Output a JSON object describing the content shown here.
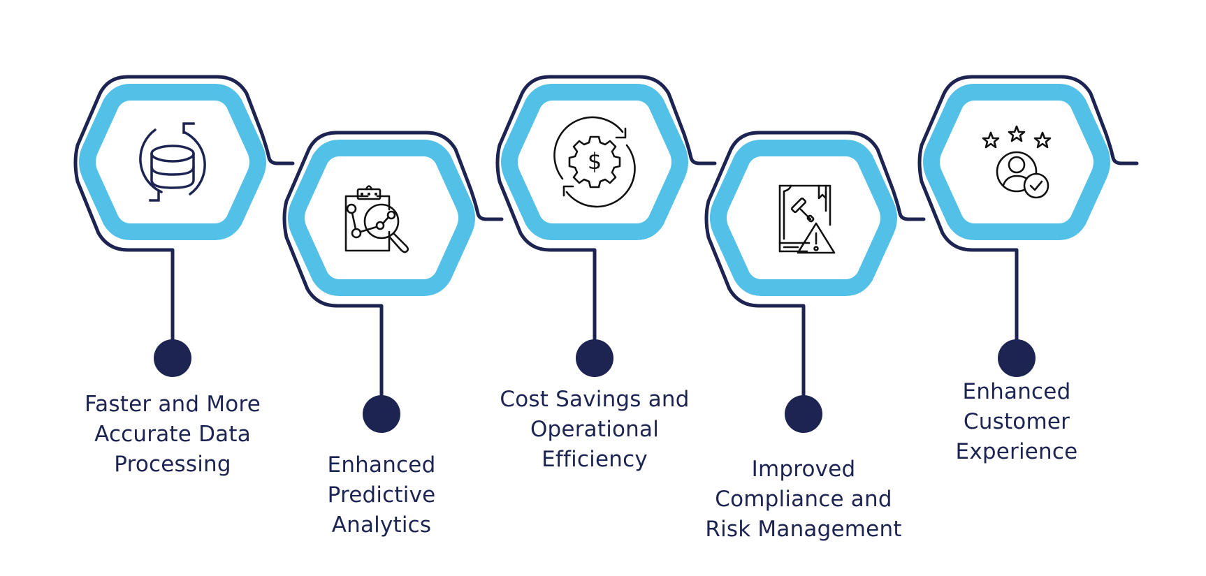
{
  "colors": {
    "outline": "#1d2452",
    "ring": "#53c0e8",
    "icon": "#111111",
    "text": "#1d2452",
    "background": "#ffffff"
  },
  "steps": [
    {
      "id": 1,
      "icon": "database-sync-icon",
      "label_lines": [
        "Faster and More",
        "Accurate Data",
        "Processing"
      ],
      "row": "top"
    },
    {
      "id": 2,
      "icon": "clipboard-analytics-magnifier-icon",
      "label_lines": [
        "Enhanced",
        "Predictive",
        "Analytics"
      ],
      "row": "bottom"
    },
    {
      "id": 3,
      "icon": "gear-dollar-cycle-icon",
      "label_lines": [
        "Cost Savings and",
        "Operational",
        "Efficiency"
      ],
      "row": "top"
    },
    {
      "id": 4,
      "icon": "law-book-gavel-warning-icon",
      "label_lines": [
        "Improved",
        "Compliance and",
        "Risk Management"
      ],
      "row": "bottom"
    },
    {
      "id": 5,
      "icon": "customer-rating-stars-check-icon",
      "label_lines": [
        "Enhanced",
        "Customer",
        "Experience"
      ],
      "row": "top"
    }
  ]
}
